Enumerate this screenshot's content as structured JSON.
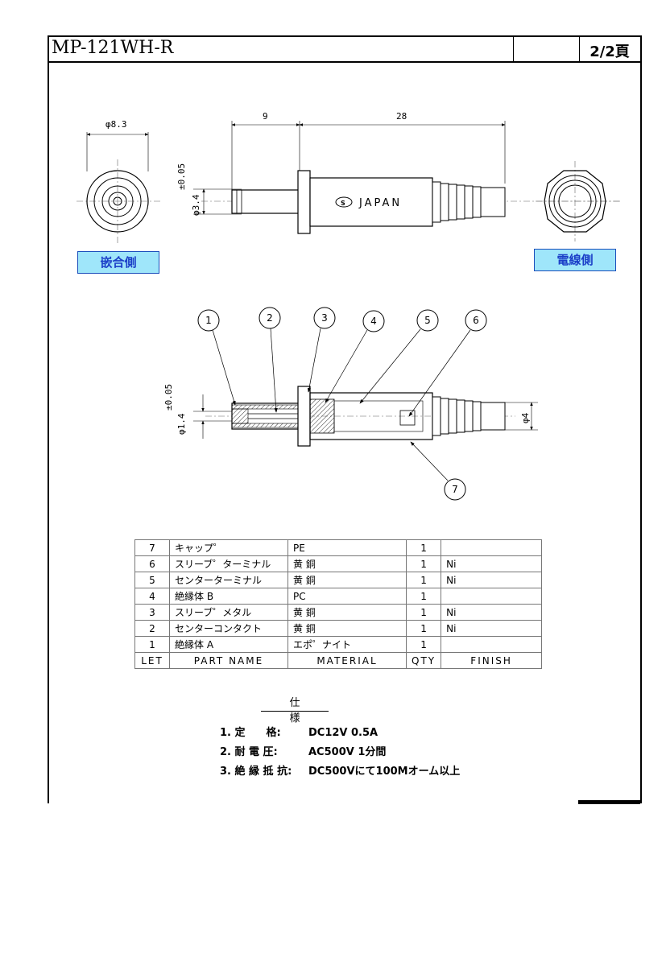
{
  "header": {
    "title": "MP-121WH-R",
    "page": "2/2頁"
  },
  "dimensions": {
    "front_diameter": "φ8.3",
    "length_tip": "9",
    "length_body": "28",
    "tol_main": "±0.05",
    "main_diameter": "φ3.4",
    "tol_section": "±0.05",
    "pin_diameter": "φ1.4",
    "cable_diameter": "φ4"
  },
  "body_marking": "JAPAN",
  "views": {
    "mating_side": "嵌合側",
    "cable_side": "電線側"
  },
  "balloons": [
    "1",
    "2",
    "3",
    "4",
    "5",
    "6",
    "7"
  ],
  "bom": {
    "headers": [
      "LET",
      "PART NAME",
      "MATERIAL",
      "QTY",
      "FINISH"
    ],
    "rows": [
      {
        "let": "7",
        "name": "キャップ゜",
        "material": "PE",
        "qty": "1",
        "finish": ""
      },
      {
        "let": "6",
        "name": "スリーブ゜ターミナル",
        "material": "黄 銅",
        "qty": "1",
        "finish": "Ni"
      },
      {
        "let": "5",
        "name": "センターターミナル",
        "material": "黄 銅",
        "qty": "1",
        "finish": "Ni"
      },
      {
        "let": "4",
        "name": "絶縁体 B",
        "material": "PC",
        "qty": "1",
        "finish": ""
      },
      {
        "let": "3",
        "name": "スリーブ゜メタル",
        "material": "黄 銅",
        "qty": "1",
        "finish": "Ni"
      },
      {
        "let": "2",
        "name": "センターコンタクト",
        "material": "黄 銅",
        "qty": "1",
        "finish": "Ni"
      },
      {
        "let": "1",
        "name": "絶縁体 A",
        "material": "エポ゜ナイト",
        "qty": "1",
        "finish": ""
      }
    ]
  },
  "spec": {
    "title": "仕様",
    "items": [
      {
        "label": "1. 定　　格:",
        "value": "DC12V 0.5A"
      },
      {
        "label": "2. 耐 電 圧:",
        "value": "AC500V 1分間"
      },
      {
        "label": "3. 絶 縁 抵 抗:",
        "value": "DC500Vにて100Mオーム以上"
      }
    ]
  },
  "colors": {
    "label_fill": "#9fe6fa",
    "label_text": "#1b3fc8"
  }
}
